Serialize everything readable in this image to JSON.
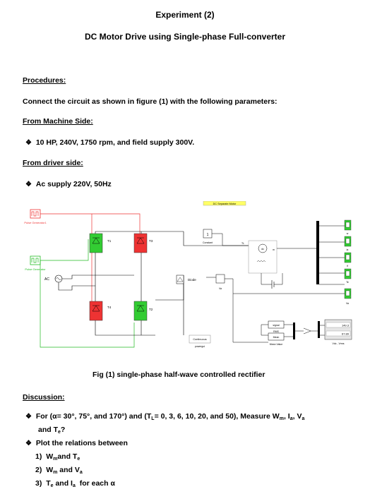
{
  "header": {
    "title": "Experiment (2)",
    "subtitle": "DC Motor Drive using Single-phase Full-converter"
  },
  "procedures": {
    "heading": "Procedures:",
    "intro": "Connect the circuit as shown in figure (1) with the following parameters:",
    "machine_heading": "From Machine Side:",
    "machine_item": "10 HP, 240V, 1750 rpm, and field supply 300V.",
    "driver_heading": "From driver side:",
    "driver_item": "Ac supply 220V, 50Hz"
  },
  "figure": {
    "motor_banner": "DC Separate Motor",
    "pulse_gen_1": "Pulse Generator1",
    "pulse_gen_2": "Pulse Generator",
    "ac_label": "AC",
    "t1": "T1",
    "t2": "T2",
    "t3": "T3",
    "t4": "T4",
    "constant": "Constant",
    "constant_value": "1",
    "diode": "Diode",
    "va": "Va",
    "dc": "dc",
    "tl": "TL",
    "m": "m",
    "signal": "signal",
    "rms": "RMS",
    "mean": "Mean",
    "mean_value": "Mean Value",
    "continuous": "Continuous",
    "powergui": "powergui",
    "scope_w": "w",
    "scope_ia": "ia",
    "scope_if": "if",
    "scope_te": "Te",
    "scope_va": "Va",
    "display_1": "149.3",
    "display_2": "67.89",
    "display_label": "Vdc , Vrms",
    "caption": "Fig (1) single-phase half-wave controlled rectifier"
  },
  "discussion": {
    "heading": "Discussion:",
    "item1_a": "For (α= 30°, 75°, and 170°) and (T",
    "item1_b": "= 0, 3, 6, 10, 20, and 50), Measure W",
    "item1_c": ", I",
    "item1_d": ", V",
    "item1_line2": "and T",
    "item1_end": "?",
    "item2": "Plot the relations between",
    "sub1_num": "1)",
    "sub1_a": "W",
    "sub1_b": "and T",
    "sub2_num": "2)",
    "sub2_a": "W",
    "sub2_b": "and V",
    "sub3_num": "3)",
    "sub3_a": "T",
    "sub3_b": "and I",
    "sub3_c": "for each α"
  }
}
